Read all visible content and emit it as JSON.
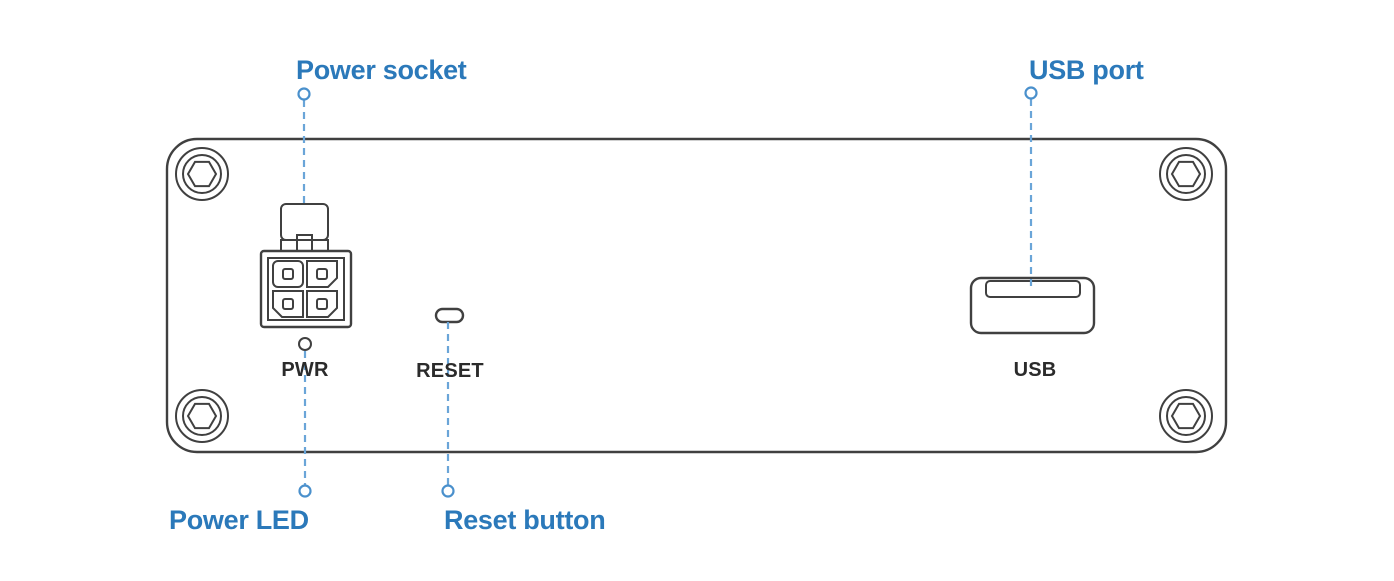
{
  "callouts": {
    "power_socket": "Power socket",
    "usb_port": "USB port",
    "power_led": "Power LED",
    "reset_button": "Reset button"
  },
  "panel_labels": {
    "pwr": "PWR",
    "reset": "RESET",
    "usb": "USB"
  },
  "components": {
    "power_socket": "4-pin power socket",
    "power_led": "power LED indicator",
    "reset_button": "recessed reset button",
    "usb_port": "USB type-A port",
    "screws": "hex socket screws (4 corners)"
  },
  "colors": {
    "callout_text": "#2b79ba",
    "leader_line": "#6aa5d8",
    "marker_ring": "#4a90cc",
    "device_outline": "#404040",
    "port_text": "#2b2b2b",
    "background": "#ffffff"
  }
}
